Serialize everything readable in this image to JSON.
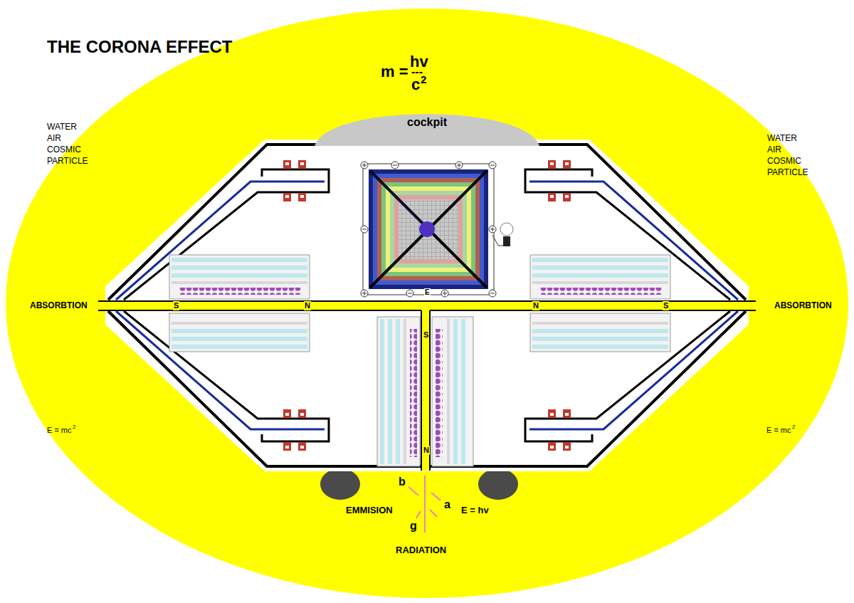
{
  "diagram": {
    "title": "THE CORONA EFFECT",
    "nodes": [
      {
        "text": [
          "cockpit"
        ]
      }
    ],
    "labels": [
      "m =",
      "hv",
      "---",
      "c",
      "2",
      "WATER AIR COSMIC PARTICLE",
      "WATER AIR COSMIC PARTICLE",
      "ABSORBTION",
      "ABSORBTION",
      "S",
      "N",
      "N",
      "S",
      "S",
      "N",
      "E",
      "E = mc",
      "2",
      "E = mc",
      "2",
      "b",
      "EMMISION",
      "a",
      "E = hv",
      "g",
      "RADIATION"
    ]
  }
}
